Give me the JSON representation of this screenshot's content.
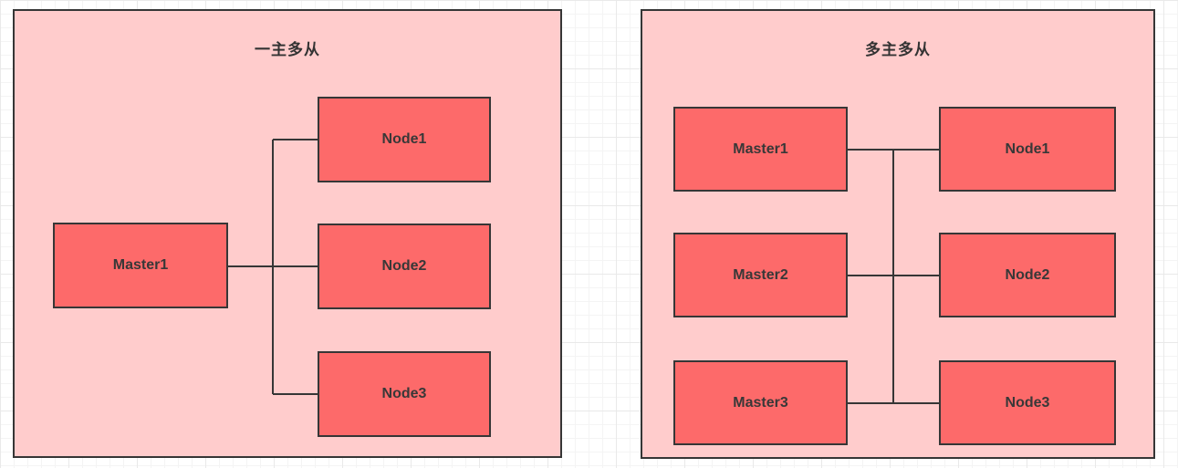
{
  "diagram": {
    "colors": {
      "panel_fill": "#FFCCCC",
      "node_fill": "#FD6A6A",
      "stroke": "#363636",
      "text": "#333333",
      "grid_minor": "#F4F4F4",
      "grid_major": "#E9E9E9",
      "canvas_bg": "#FFFFFF"
    },
    "panels": [
      {
        "title": "一主多从",
        "nodes": [
          {
            "label": "Master1",
            "role": "master"
          },
          {
            "label": "Node1",
            "role": "slave"
          },
          {
            "label": "Node2",
            "role": "slave"
          },
          {
            "label": "Node3",
            "role": "slave"
          }
        ]
      },
      {
        "title": "多主多从",
        "nodes": [
          {
            "label": "Master1",
            "role": "master"
          },
          {
            "label": "Master2",
            "role": "master"
          },
          {
            "label": "Master3",
            "role": "master"
          },
          {
            "label": "Node1",
            "role": "slave"
          },
          {
            "label": "Node2",
            "role": "slave"
          },
          {
            "label": "Node3",
            "role": "slave"
          }
        ]
      }
    ]
  }
}
